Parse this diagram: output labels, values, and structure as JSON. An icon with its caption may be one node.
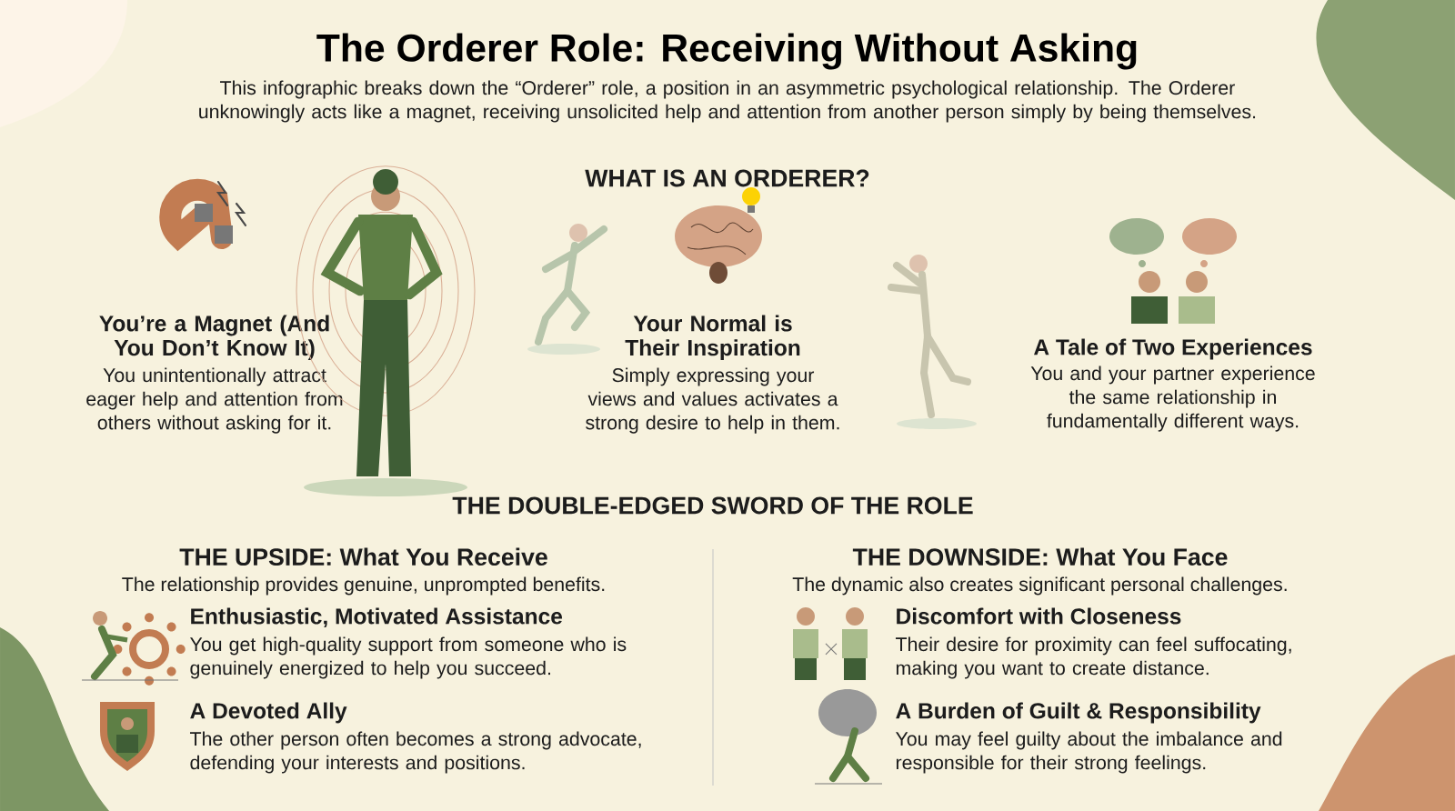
{
  "diagram": {
    "title": "The Orderer Role: Receiving Without Asking",
    "labels": [
      "This infographic breaks down the “Orderer” role, a position in an asymmetric psychological relationship. The Orderer unknowingly acts like a magnet, receiving unsolicited help and attention from another person simply by being themselves.",
      "WHAT IS AN ORDERER?",
      "You’re a Magnet (And You Don’t Know It)",
      "You unintentionally attract eager help and attention from others without asking for it.",
      "Your Normal is Their Inspiration",
      "Simply expressing your views and values activates a strong desire to help in them.",
      "A Tale of Two Experiences",
      "You and your partner experience the same relationship in fundamentally different ways.",
      "THE DOUBLE-EDGED SWORD OF THE ROLE",
      "THE UPSIDE: What You Receive",
      "The relationship provides genuine, unprompted benefits.",
      "Enthusiastic, Motivated Assistance",
      "You get high-quality support from someone who is genuinely energized to help you succeed.",
      "A Devoted Ally",
      "The other person often becomes a strong advocate, defending your interests and positions.",
      "THE DOWNSIDE: What You Face",
      "The dynamic also creates significant personal challenges.",
      "Discomfort with Closeness",
      "Their desire for proximity can feel suffocating, making you want to create distance.",
      "A Burden of Guilt & Responsibility",
      "You may feel guilty about the imbalance and responsible for their strong feelings."
    ]
  }
}
